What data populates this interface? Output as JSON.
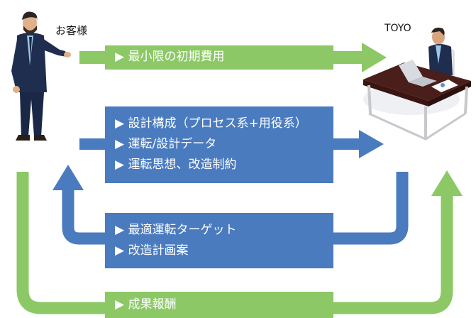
{
  "customer_label": "お客様",
  "company_label": "TOYO",
  "colors": {
    "green": "#8cc866",
    "blue": "#4a7bbf",
    "text": "#ffffff"
  },
  "boxes": {
    "top_green": [
      "▶ 最小限の初期費用"
    ],
    "mid_blue": [
      "▶ 設計構成（プロセス系+用役系）",
      "▶ 運転/設計データ",
      "▶ 運転思想、改造制約"
    ],
    "low_blue": [
      "▶ 最適運転ターゲット",
      "▶ 改造計画案"
    ],
    "bottom_green": [
      "▶ 成果報酬"
    ]
  },
  "icons": [
    "customer-person-icon",
    "company-person-at-desk-icon"
  ]
}
